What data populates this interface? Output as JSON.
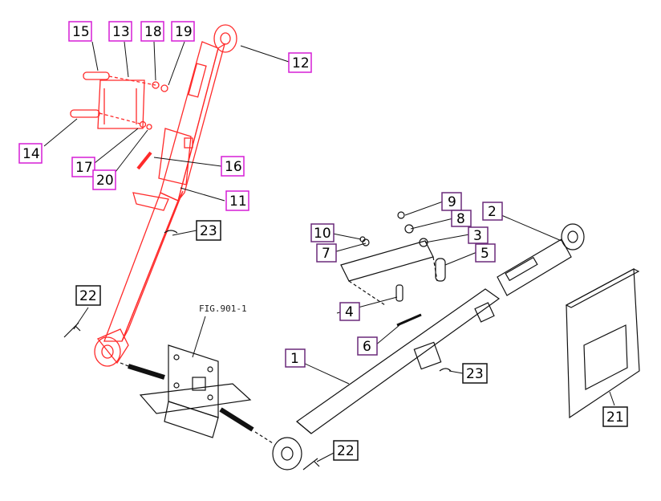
{
  "figure_ref": "FIG.901-1",
  "colors": {
    "red_assembly": "#ff2a2a",
    "black_assembly": "#111111",
    "callout_magenta": "#d61ed6",
    "callout_purple": "#6a2a7a",
    "callout_black": "#111111"
  },
  "callouts": {
    "c1": "1",
    "c2": "2",
    "c3": "3",
    "c4": "4",
    "c5": "5",
    "c6": "6",
    "c7": "7",
    "c8": "8",
    "c9": "9",
    "c10": "10",
    "c11": "11",
    "c12": "12",
    "c13": "13",
    "c14": "14",
    "c15": "15",
    "c16": "16",
    "c17": "17",
    "c18": "18",
    "c19": "19",
    "c20": "20",
    "c21": "21",
    "c22a": "22",
    "c22b": "22",
    "c23a": "23",
    "c23b": "23"
  }
}
